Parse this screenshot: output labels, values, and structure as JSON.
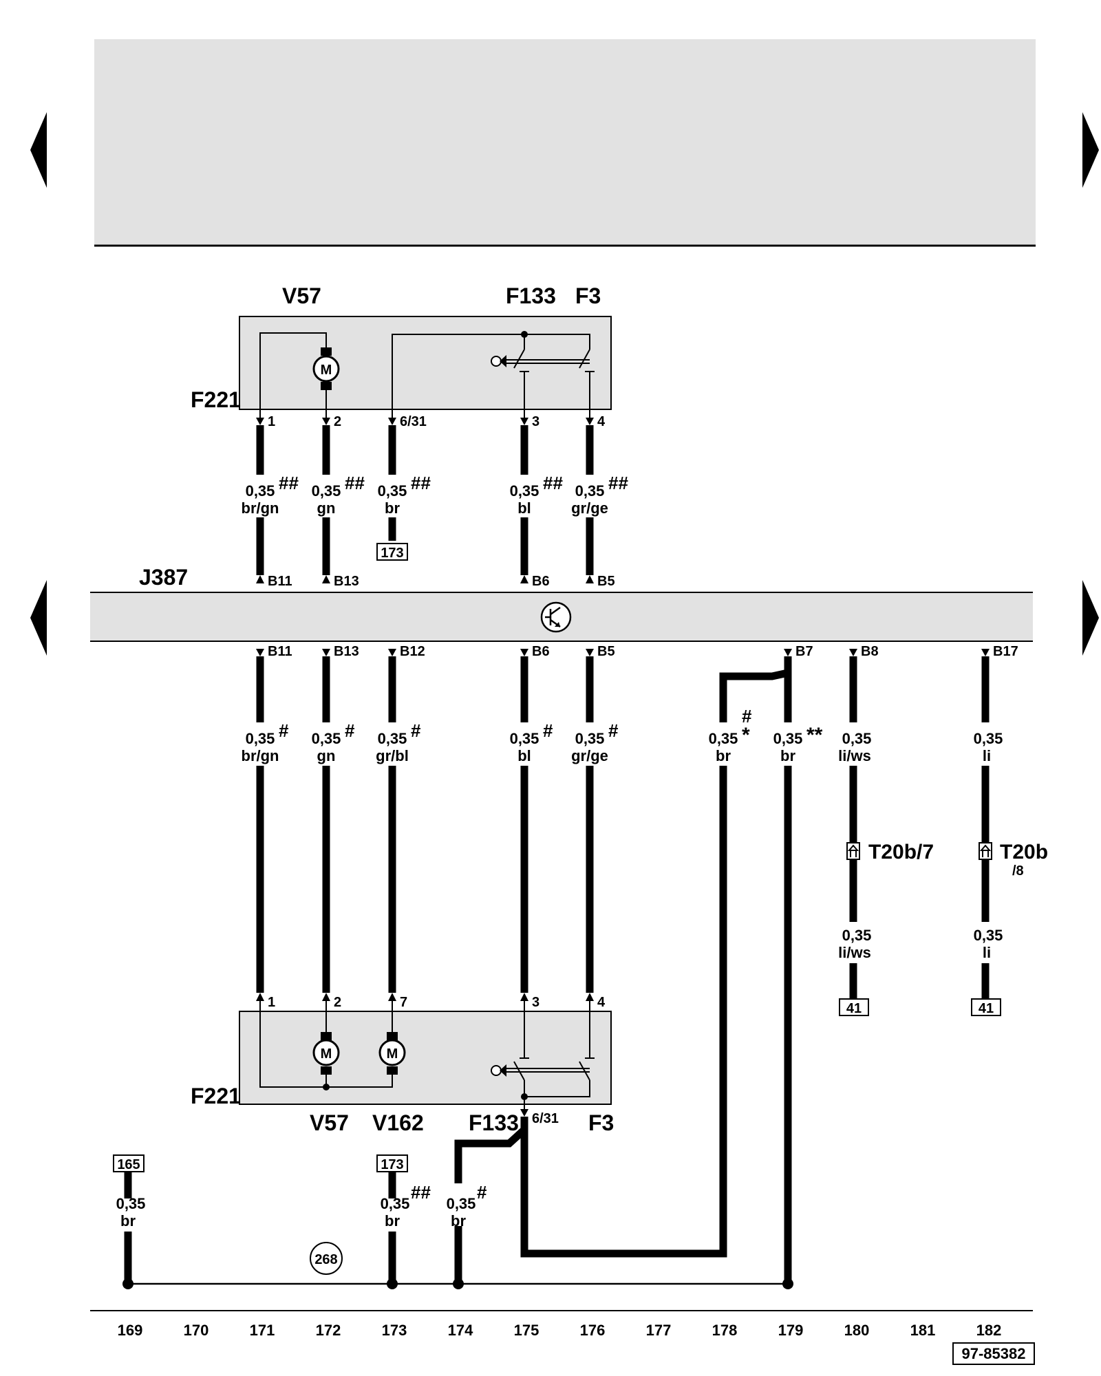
{
  "header": {
    "background": "#e2e2e2"
  },
  "colors": {
    "wire": "#000000",
    "component_fill": "#e2e2e2",
    "background": "#ffffff"
  },
  "nav": {
    "icon": "triangle-arrow-icon"
  },
  "components": {
    "v57_top": "V57",
    "f133_top": "F133",
    "f3_top": "F3",
    "f221_top": "F221",
    "j387": "J387",
    "f221_bottom": "F221",
    "v57_bottom": "V57",
    "v162": "V162",
    "f133_bottom": "F133",
    "f3_bottom": "F3",
    "motor_symbol": "M"
  },
  "top_pins": {
    "p1": "1",
    "p2": "2",
    "p631": "6/31",
    "p3": "3",
    "p4": "4",
    "b11": "B11",
    "b13": "B13",
    "b6": "B6",
    "b5": "B5"
  },
  "top_wires": [
    {
      "gauge": "0,35",
      "mark": "##",
      "color": "br/gn"
    },
    {
      "gauge": "0,35",
      "mark": "##",
      "color": "gn"
    },
    {
      "gauge": "0,35",
      "mark": "##",
      "color": "br"
    },
    {
      "gauge": "0,35",
      "mark": "##",
      "color": "bl"
    },
    {
      "gauge": "0,35",
      "mark": "##",
      "color": "gr/ge"
    }
  ],
  "ref_173_top": "173",
  "mid_pins": {
    "b11": "B11",
    "b13": "B13",
    "b12": "B12",
    "b6": "B6",
    "b5": "B5",
    "b7": "B7",
    "b8": "B8",
    "b17": "B17"
  },
  "mid_wires": [
    {
      "gauge": "0,35",
      "mark": "#",
      "color": "br/gn"
    },
    {
      "gauge": "0,35",
      "mark": "#",
      "color": "gn"
    },
    {
      "gauge": "0,35",
      "mark": "#",
      "color": "gr/bl"
    },
    {
      "gauge": "0,35",
      "mark": "#",
      "color": "bl"
    },
    {
      "gauge": "0,35",
      "mark": "#",
      "color": "gr/ge"
    },
    {
      "gauge": "0,35",
      "mark": "#",
      "mark2": "*",
      "color": "br"
    },
    {
      "gauge": "0,35",
      "mark": "**",
      "color": "br"
    },
    {
      "gauge": "0,35",
      "color": "li/ws"
    },
    {
      "gauge": "0,35",
      "color": "li"
    }
  ],
  "connectors": {
    "t20b7_main": "T20b/7",
    "t20b8_main": "T20b",
    "t20b8_sub": "/8"
  },
  "lower_wires": [
    {
      "gauge": "0,35",
      "color": "li/ws",
      "ref": "41"
    },
    {
      "gauge": "0,35",
      "color": "li",
      "ref": "41"
    }
  ],
  "bottom_pins": {
    "p1": "1",
    "p2": "2",
    "p7": "7",
    "p3": "3",
    "p4": "4",
    "p631": "6/31"
  },
  "ground_wires": [
    {
      "ref": "165",
      "gauge": "0,35",
      "mark": "",
      "color": "br"
    },
    {
      "ref": "173",
      "gauge": "0,35",
      "mark": "##",
      "color": "br"
    },
    {
      "gauge": "0,35",
      "mark": "#",
      "color": "br"
    }
  ],
  "ground_point": "268",
  "columns": [
    "169",
    "170",
    "171",
    "172",
    "173",
    "174",
    "175",
    "176",
    "177",
    "178",
    "179",
    "180",
    "181",
    "182"
  ],
  "diagram_id": "97-85382"
}
